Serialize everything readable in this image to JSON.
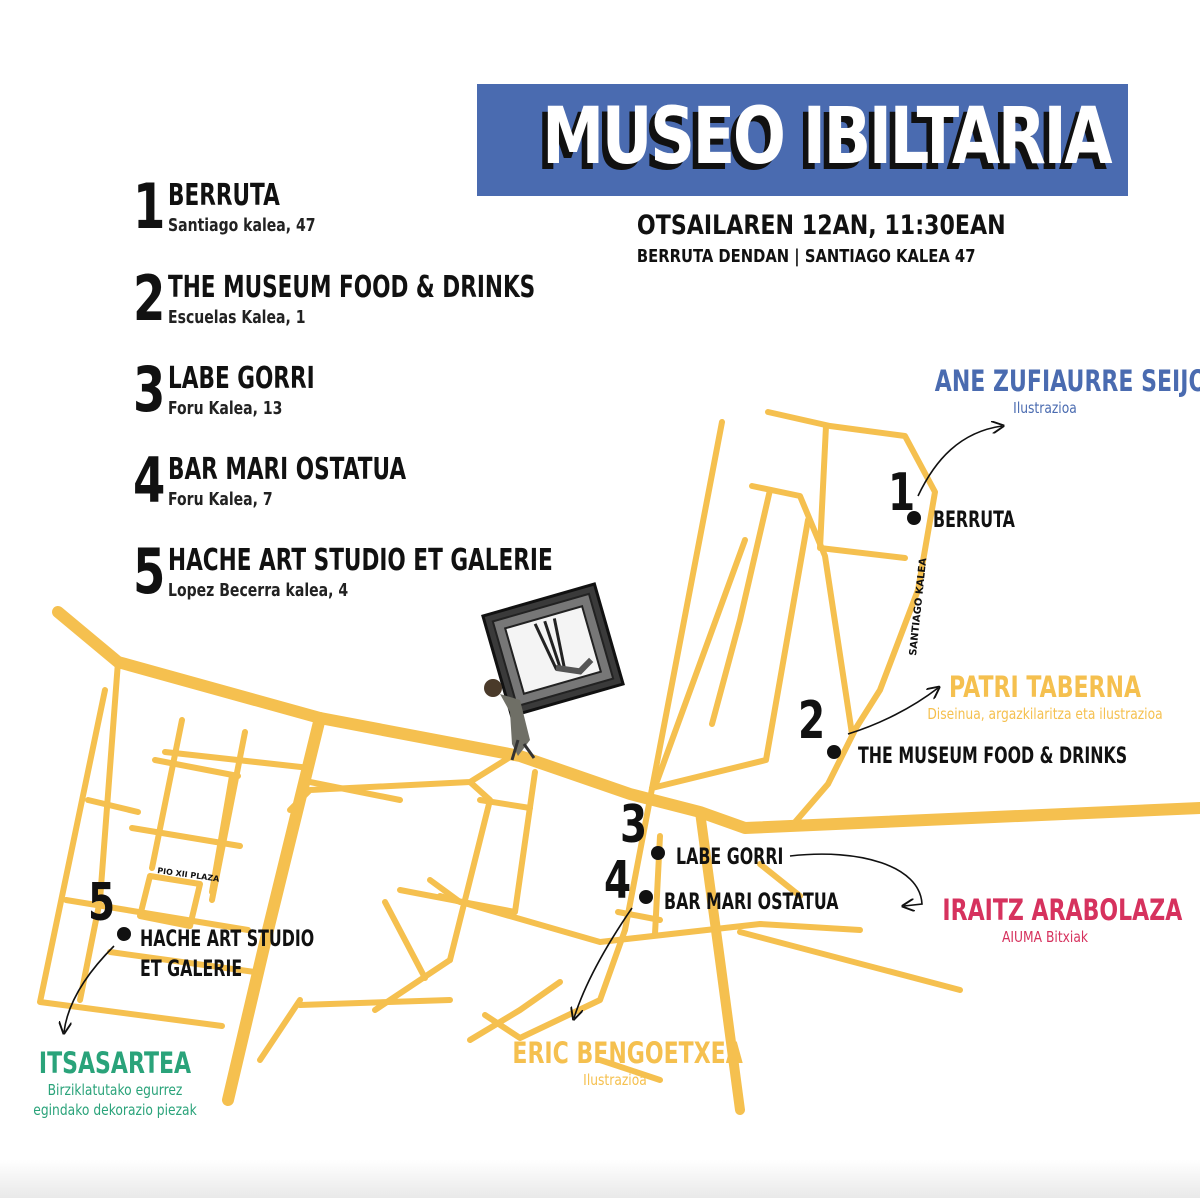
{
  "header": {
    "title": "MUSEO IBILTARIA",
    "date_line": "OTSAILAREN 12AN, 11:30EAN",
    "location_line": "BERRUTA DENDAN | SANTIAGO KALEA 47",
    "title_bg": "#4a6bb0"
  },
  "legend": [
    {
      "num": "1",
      "name": "BERRUTA",
      "address": "Santiago kalea, 47"
    },
    {
      "num": "2",
      "name": "THE MUSEUM FOOD & DRINKS",
      "address": "Escuelas Kalea, 1"
    },
    {
      "num": "3",
      "name": "LABE GORRI",
      "address": "Foru Kalea, 13"
    },
    {
      "num": "4",
      "name": "BAR MARI OSTATUA",
      "address": "Foru Kalea, 7"
    },
    {
      "num": "5",
      "name": "HACHE ART STUDIO ET GALERIE",
      "address": "Lopez Becerra kalea, 4"
    }
  ],
  "map": {
    "road_color": "#f5c04f",
    "streets": {
      "santiago": "SANTIAGO KALEA",
      "plaza": "PIO XII PLAZA"
    },
    "markers": [
      {
        "num": "1",
        "label": "BERRUTA"
      },
      {
        "num": "2",
        "label": "THE MUSEUM FOOD & DRINKS"
      },
      {
        "num": "3",
        "label": "LABE GORRI"
      },
      {
        "num": "4",
        "label": "BAR MARI OSTATUA"
      },
      {
        "num": "5",
        "label_line1": "HACHE ART STUDIO",
        "label_line2": "ET GALERIE"
      }
    ],
    "frame_icon": "picture-frame-illustration"
  },
  "artists": [
    {
      "name": "ANE ZUFIAURRE SEIJO",
      "desc": "Ilustrazioa",
      "color": "#4a6bb0"
    },
    {
      "name": "PATRI TABERNA",
      "desc": "Diseinua, argazkilaritza eta ilustrazioa",
      "color": "#f5c04f"
    },
    {
      "name": "IRAITZ ARABOLAZA",
      "desc": "AIUMA Bitxiak",
      "color": "#d6325e"
    },
    {
      "name": "ERIC BENGOETXEA",
      "desc": "Ilustrazioa",
      "color": "#f5c04f"
    },
    {
      "name": "ITSASARTEA",
      "desc_line1": "Birziklatutako egurrez",
      "desc_line2": "egindako dekorazio piezak",
      "color": "#2aa37a"
    }
  ]
}
